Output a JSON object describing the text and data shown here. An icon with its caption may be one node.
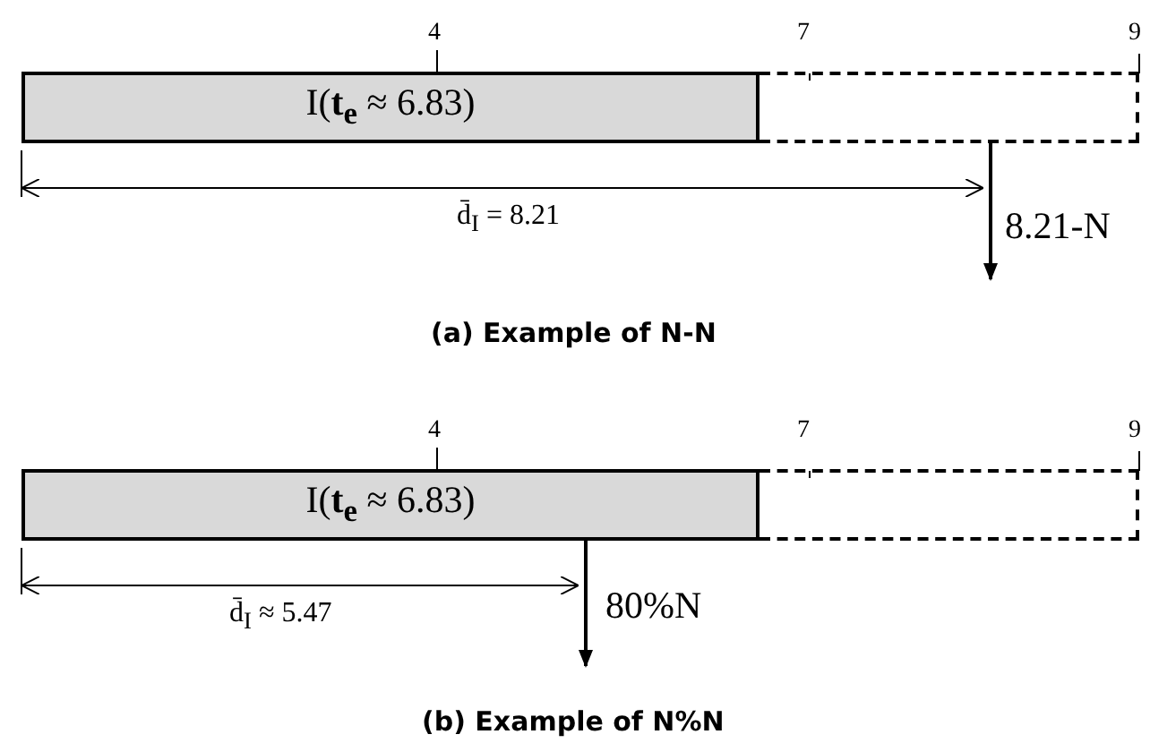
{
  "diagram": {
    "nodes": [
      {
        "text": [
          "I(**t**$_{e}$ ≈ 6.83)"
        ],
        "beside": [
          "4"
        ]
      },
      {
        "text": [],
        "shape": "box",
        "beside": [
          "7",
          "9"
        ]
      },
      {
        "text": [
          "I(**t**$_{e}$ ≈ 6.83)"
        ],
        "beside": [
          "4"
        ]
      },
      {
        "text": [],
        "shape": "box",
        "beside": [
          "7",
          "9"
        ]
      }
    ],
    "edges": [
      {
        "from": 1,
        "to": null,
        "arrow": "to",
        "label": "8.21-N"
      },
      {
        "from": 2,
        "to": null,
        "arrow": "to",
        "label": "80%N"
      }
    ],
    "labels": [
      "d̄$_{I}$ =  8.21",
      "(a) Example of N-N",
      "d̄$_{I}$ ≈ 5.47",
      "(b) Example of N%N"
    ]
  }
}
